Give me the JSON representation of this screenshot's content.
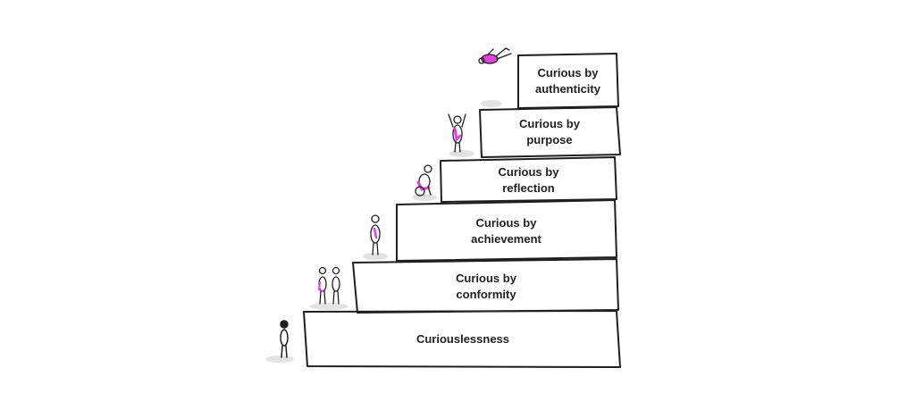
{
  "steps": [
    {
      "label": "Curiouslessness"
    },
    {
      "label": "Curious by\nconformity"
    },
    {
      "label": "Curious by\nachievement"
    },
    {
      "label": "Curious by\nreflection"
    },
    {
      "label": "Curious by\npurpose"
    },
    {
      "label": "Curious by\nauthenticity"
    }
  ],
  "colors": {
    "ink": "#1f1f1f",
    "accent": "#e040e0",
    "shadow": "#d9d9d9"
  },
  "icons": [
    "stick-figure-standing-icon",
    "stick-figures-pair-icon",
    "stick-figure-proud-icon",
    "stick-figure-sitting-icon",
    "stick-figure-cheering-icon",
    "stick-figure-flying-icon"
  ]
}
